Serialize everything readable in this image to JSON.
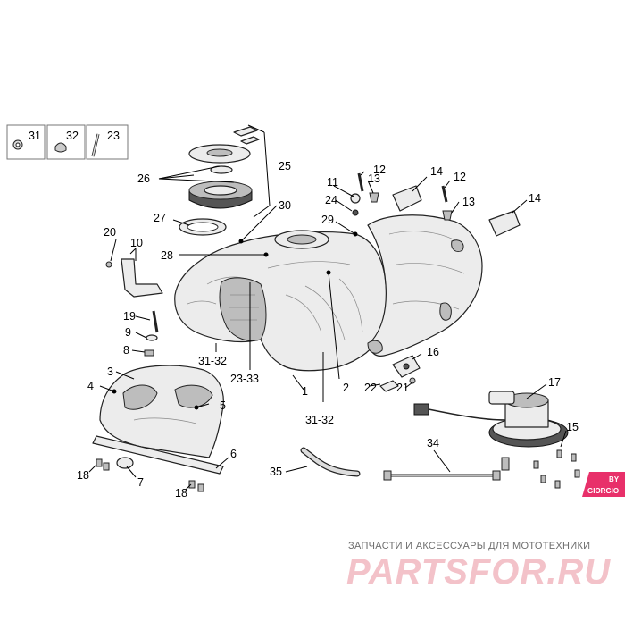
{
  "callouts": [
    "31",
    "32",
    "23",
    "25",
    "26",
    "27",
    "28",
    "30",
    "29",
    "11",
    "12",
    "13",
    "14",
    "24",
    "12",
    "13",
    "14",
    "20",
    "10",
    "19",
    "9",
    "8",
    "31-32",
    "23-33",
    "3",
    "4",
    "5",
    "1",
    "2",
    "31-32",
    "16",
    "22",
    "21",
    "17",
    "15",
    "34",
    "35",
    "6",
    "7",
    "18",
    "18"
  ],
  "footer": {
    "tagline": "ЗАПЧАСТИ И АКСЕССУАРЫ ДЛЯ МОТОТЕХНИКИ",
    "logo": "PARTSFOR.RU"
  },
  "badge": {
    "top": "BY",
    "bottom": "GIORGIO"
  },
  "colors": {
    "logo": "#f3c2c9",
    "badge": "#e8306a",
    "line": "#222222"
  }
}
